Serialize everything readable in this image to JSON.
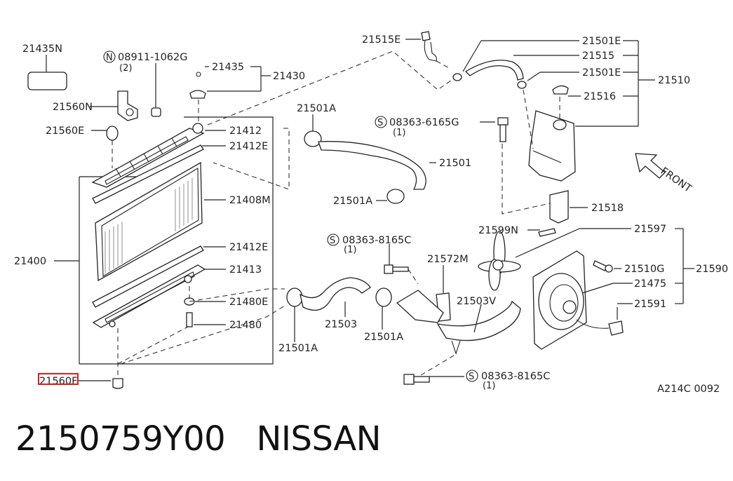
{
  "labels": {
    "l21435N": "21435N",
    "l08911": "08911-1062G",
    "l08911_qty": "(2)",
    "l21435": "21435",
    "l21430": "21430",
    "l21560N": "21560N",
    "l21560E": "21560E",
    "l21412": "21412",
    "l21412E_top": "21412E",
    "l21408M": "21408M",
    "l21412E_bot": "21412E",
    "l21400": "21400",
    "l21413": "21413",
    "l21480E": "21480E",
    "l21480": "21480",
    "l21560F": "21560F",
    "l21515E": "21515E",
    "l21501E_top": "21501E",
    "l21515": "21515",
    "l21501E_mid": "21501E",
    "l21510": "21510",
    "l21516": "21516",
    "l21501A_top": "21501A",
    "l08363_6165G": "08363-6165G",
    "l08363_6165G_qty": "(1)",
    "l21501": "21501",
    "l21501A_mid": "21501A",
    "lFRONT": "FRONT",
    "l21518": "21518",
    "l21599N": "21599N",
    "l21597": "21597",
    "l08363_8165C_top": "08363-8165C",
    "l08363_8165C_top_qty": "(1)",
    "l21572M": "21572M",
    "l21510G": "21510G",
    "l21590": "21590",
    "l21475": "21475",
    "l21503V": "21503V",
    "l21591": "21591",
    "l21503": "21503",
    "l21501A_bot1": "21501A",
    "l21501A_bot2": "21501A",
    "l08363_8165C_bot": "08363-8165C",
    "l08363_8165C_bot_qty": "(1)",
    "ref_code": "A214C 0092"
  },
  "symbols": {
    "n": "N",
    "s": "S"
  },
  "footer": {
    "part_number": "2150759Y00",
    "brand": "NISSAN"
  },
  "highlight_color": "#e31b1b"
}
